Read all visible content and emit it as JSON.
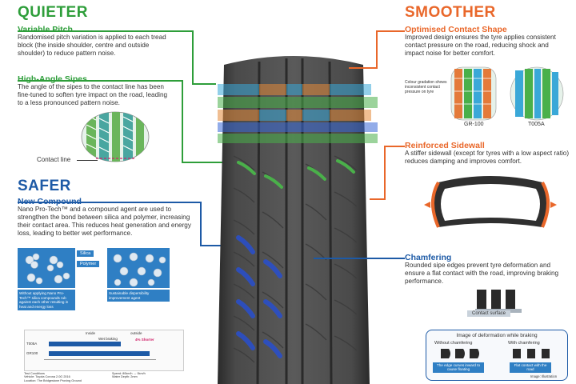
{
  "quieter": {
    "title": "QUIETER",
    "variable_pitch": {
      "title": "Variable Pitch",
      "text": "Randomised pitch variation is applied to each tread block (the inside shoulder, centre and outside shoulder) to reduce pattern noise."
    },
    "high_angle_sipes": {
      "title": "High-Angle Sipes",
      "text": "The angle of the sipes to the contact line has been fine-tuned to soften tyre impact on the road, leading to a less pronounced pattern noise.",
      "contact_line_label": "Contact line"
    }
  },
  "safer": {
    "title": "SAFER",
    "new_compound": {
      "title": "New Compound",
      "text": "Nano Pro-Tech™ and a compound agent are used to strengthen the bond between silica and polymer, increasing their contact area. This reduces heat generation and energy loss, leading to better wet performance.",
      "silica_label": "Silica",
      "polymer_label": "Polymer",
      "left_caption": "Without applying Nano Pro-Tech™ silica compounds rub against each other resulting in heat and energy loss",
      "right_caption": "Sustainable dispersibility improvement agent"
    },
    "chart": {
      "inside_label": "Inside",
      "outside_label": "outside",
      "wet_braking_label": "Wet braking",
      "rows": [
        "T005A",
        "GR100"
      ],
      "shorter_label": "4% Shorter",
      "footer_left": "Test Conditions\nVehicle: Toyota Corona 2.0G 2016\nLocation: The Bridgestone Proving Ground",
      "footer_right": "Speed: 80km/h → 0km/h\nWater Depth: 2mm"
    }
  },
  "smoother": {
    "title": "SMOOTHER",
    "optimised_contact": {
      "title": "Optimised Contact Shape",
      "text": "Improved design ensures the tyre applies consistent contact pressure on the road, reducing shock and impact noise for better comfort.",
      "gradation_note": "Colour gradation shows inconsistent contact pressure on tyre",
      "label_left": "GR-100",
      "label_right": "T005A"
    },
    "reinforced_sidewall": {
      "title": "Reinforced Sidewall",
      "text": "A stiffer sidewall (except for tyres with a low aspect ratio) reduces damping and improves comfort."
    }
  },
  "chamfering": {
    "title": "Chamfering",
    "text": "Rounded sipe edges prevent tyre deformation and ensure a flat contact with the road, improving braking performance.",
    "contact_surface_label": "Contact surface",
    "deformation_title": "Image of deformation while braking",
    "without_label": "Without chamfering",
    "with_label": "With chamfering",
    "without_caption": "The edge curves inward to cause floating",
    "with_caption": "Flat contact with the road",
    "illustration_note": "Image: Illustration"
  },
  "colors": {
    "green": "#2e9e3a",
    "orange": "#e9672a",
    "blue": "#1d5aa6"
  }
}
